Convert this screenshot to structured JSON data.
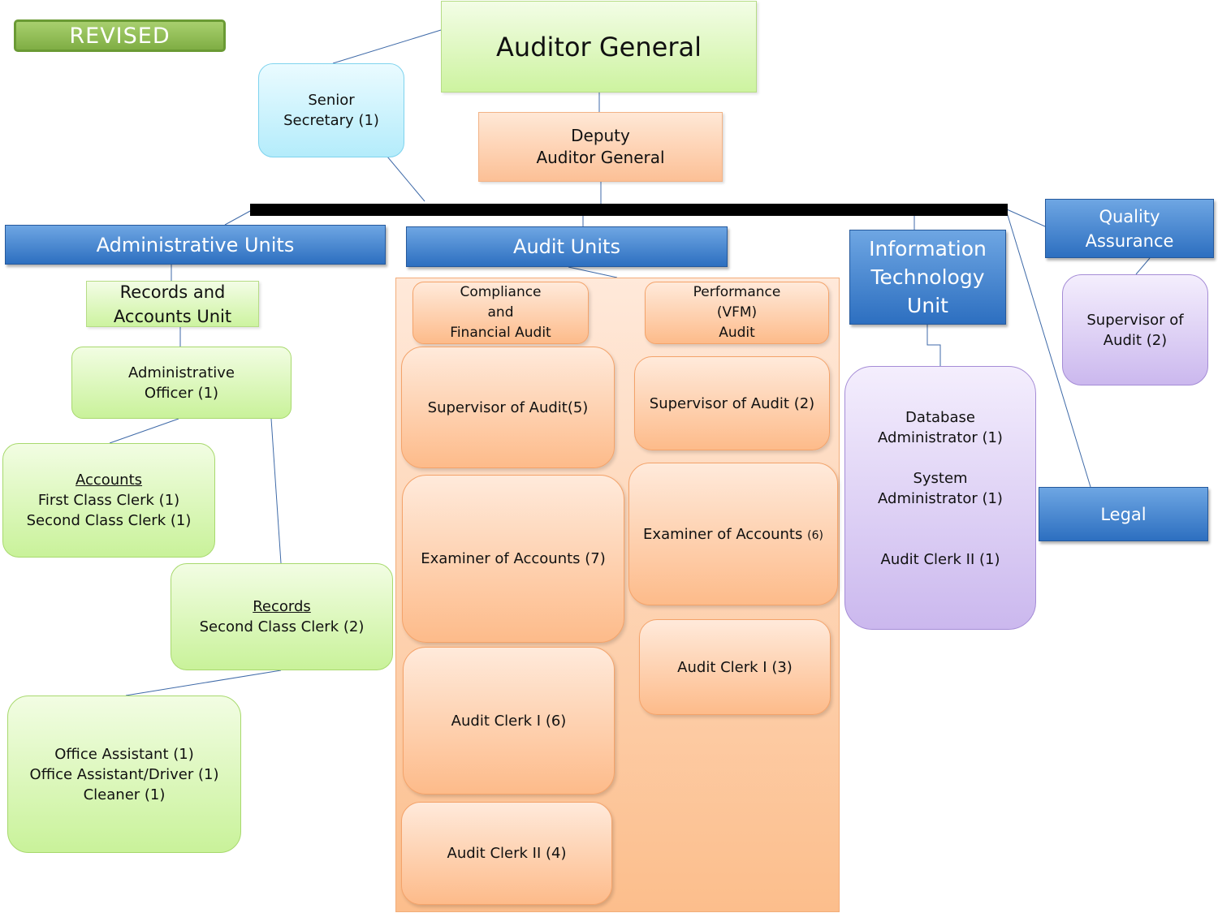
{
  "badge": "REVISED",
  "auditor_general": "Auditor General",
  "senior_secretary": [
    "Senior",
    "Secretary  (1)"
  ],
  "deputy": [
    "Deputy",
    "Auditor General"
  ],
  "administrative_units": {
    "header": "Administrative Units",
    "records_and_accounts": [
      "Records and",
      "Accounts Unit"
    ],
    "administrative_officer": [
      "Administrative",
      "Officer (1)"
    ],
    "accounts": {
      "title": "Accounts",
      "lines": [
        "First Class Clerk (1)",
        "Second Class Clerk (1)"
      ]
    },
    "records": {
      "title": "Records",
      "lines": [
        "Second Class Clerk (2)"
      ]
    },
    "office": [
      "Office Assistant (1)",
      "Office Assistant/Driver (1)",
      "Cleaner (1)"
    ]
  },
  "audit_units": {
    "header": "Audit Units",
    "compliance": {
      "title": [
        "Compliance",
        "and",
        "Financial Audit"
      ],
      "supervisor": "Supervisor of Audit(5)",
      "examiner": "Examiner of Accounts (7)",
      "clerk1": "Audit Clerk I (6)",
      "clerk2": "Audit Clerk II (4)"
    },
    "performance": {
      "title": [
        "Performance",
        "(VFM)",
        "Audit"
      ],
      "supervisor": "Supervisor of Audit (2)",
      "examiner": "Examiner of Accounts",
      "examiner_count": "(6)",
      "clerk1": "Audit Clerk I (3)"
    }
  },
  "it_unit": {
    "header": [
      "Information",
      "Technology",
      "Unit"
    ],
    "staff": {
      "dba": [
        "Database",
        "Administrator (1)"
      ],
      "sysadmin": [
        "System",
        "Administrator (1)"
      ],
      "clerk": "Audit Clerk II (1)"
    }
  },
  "quality_assurance": {
    "header": [
      "Quality",
      "Assurance"
    ],
    "supervisor": [
      "Supervisor of",
      "Audit (2)"
    ]
  },
  "legal": "Legal"
}
